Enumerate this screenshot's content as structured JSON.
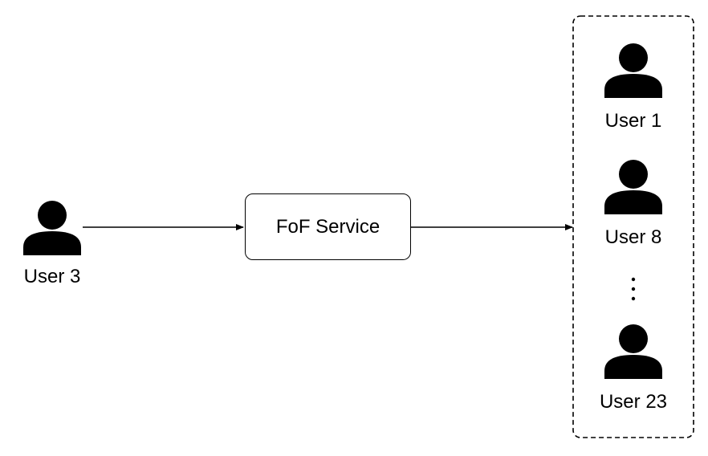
{
  "source_user": {
    "label": "User 3",
    "icon": "user-icon"
  },
  "service": {
    "label": "FoF Service"
  },
  "results_group": {
    "users": [
      {
        "label": "User 1",
        "icon": "user-icon"
      },
      {
        "label": "User 8",
        "icon": "user-icon"
      },
      {
        "label": "User 23",
        "icon": "user-icon"
      }
    ],
    "ellipsis_icon": "vertical-ellipsis-icon"
  },
  "colors": {
    "stroke": "#000000",
    "background": "#ffffff"
  }
}
